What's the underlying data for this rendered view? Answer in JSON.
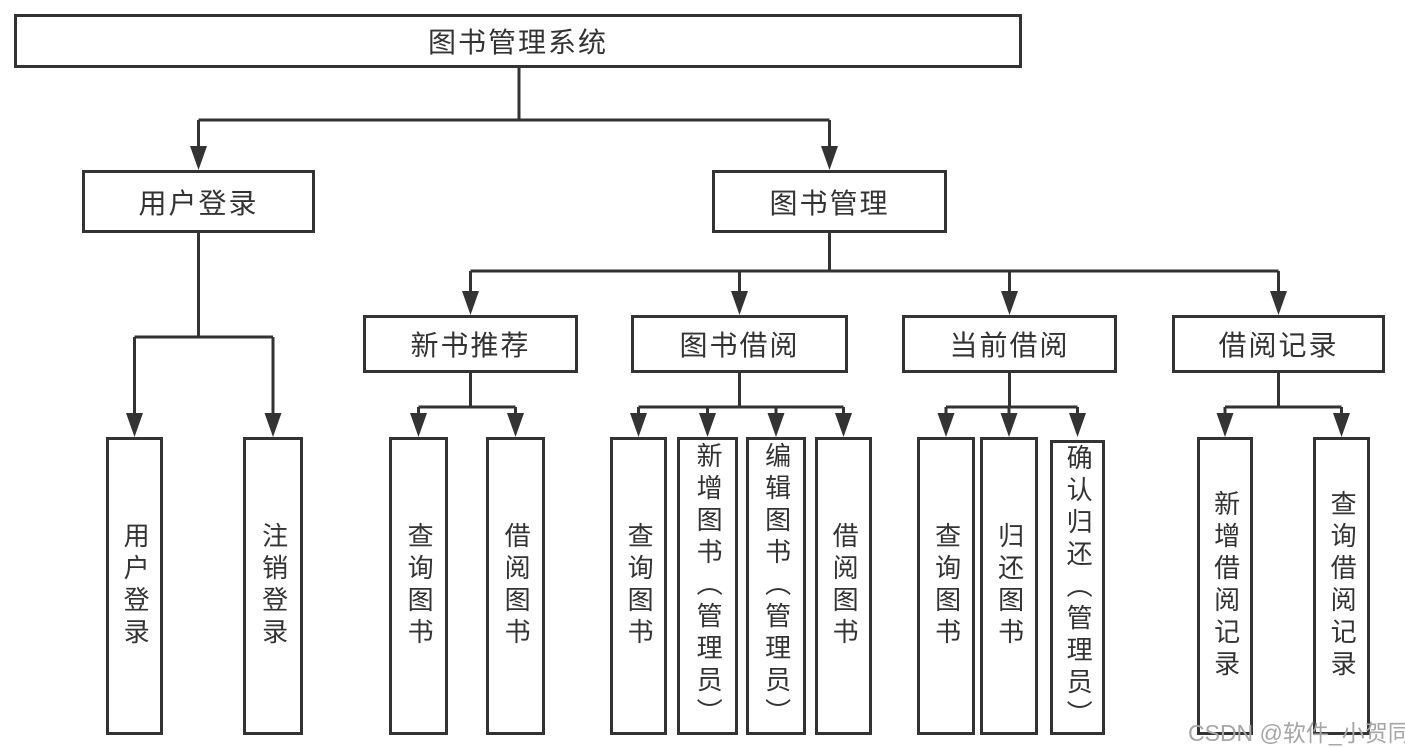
{
  "root": {
    "label": "图书管理系统"
  },
  "level2": {
    "user_login": {
      "label": "用户登录",
      "leaves": [
        {
          "label": "用户登录"
        },
        {
          "label": "注销登录"
        }
      ]
    },
    "book_mgmt": {
      "label": "图书管理"
    }
  },
  "level3": {
    "new_book": {
      "label": "新书推荐",
      "leaves": [
        {
          "label": "查询图书"
        },
        {
          "label": "借阅图书"
        }
      ]
    },
    "borrow": {
      "label": "图书借阅",
      "leaves": [
        {
          "label": "查询图书"
        },
        {
          "label": "新增图书（管理员）"
        },
        {
          "label": "编辑图书（管理员）"
        },
        {
          "label": "借阅图书"
        }
      ]
    },
    "current": {
      "label": "当前借阅",
      "leaves": [
        {
          "label": "查询图书"
        },
        {
          "label": "归还图书"
        },
        {
          "label": "确认归还（管理员）"
        }
      ]
    },
    "record": {
      "label": "借阅记录",
      "leaves": [
        {
          "label": "新增借阅记录"
        },
        {
          "label": "查询借阅记录"
        }
      ]
    }
  },
  "watermark": {
    "text": "CSDN @软件_小贺同学"
  },
  "colors": {
    "line": "#333333",
    "text": "#333333",
    "watermark": "#a6a6a6",
    "background": "#ffffff"
  }
}
